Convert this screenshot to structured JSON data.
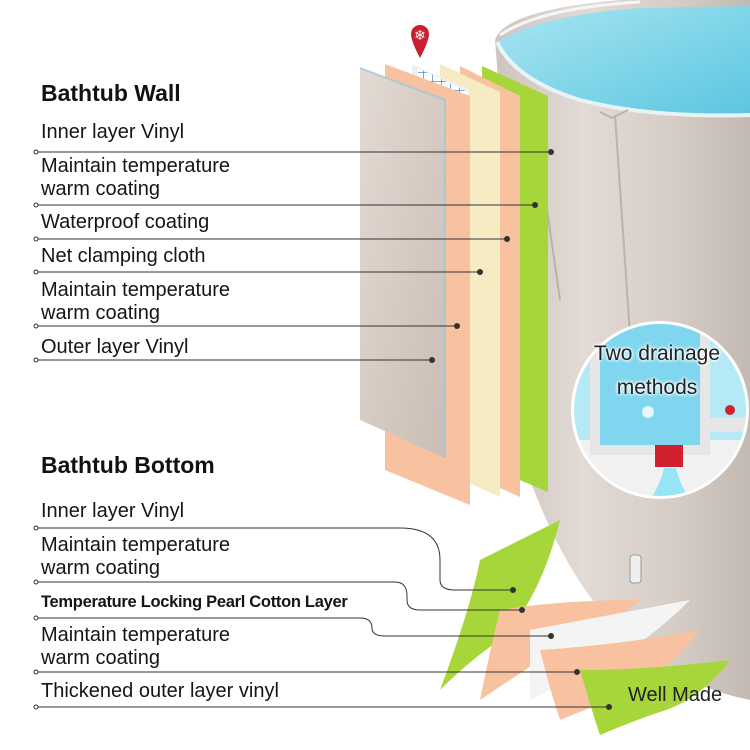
{
  "wall": {
    "heading": "Bathtub Wall",
    "layers": [
      {
        "lines": [
          "Inner layer Vinyl"
        ]
      },
      {
        "lines": [
          "Maintain temperature",
          "warm coating"
        ]
      },
      {
        "lines": [
          "Waterproof coating"
        ]
      },
      {
        "lines": [
          "Net clamping cloth"
        ]
      },
      {
        "lines": [
          "Maintain temperature",
          "warm coating"
        ]
      },
      {
        "lines": [
          "Outer layer Vinyl"
        ]
      }
    ]
  },
  "bottom": {
    "heading": "Bathtub Bottom",
    "layers": [
      {
        "lines": [
          "Inner layer Vinyl"
        ]
      },
      {
        "lines": [
          "Maintain temperature",
          "warm coating"
        ]
      },
      {
        "lines": [
          "Temperature Locking Pearl Cotton Layer"
        ]
      },
      {
        "lines": [
          "Maintain temperature",
          "warm coating"
        ]
      },
      {
        "lines": [
          "Thickened outer layer vinyl"
        ]
      }
    ]
  },
  "callout": {
    "line1": "Two drainage",
    "line2": "methods"
  },
  "badge": {
    "text": "Well Made"
  },
  "icons": [
    "pin-snowflake-icon"
  ],
  "colors": {
    "vinyl_green": "#a6d63a",
    "peach_coating": "#f8c2a0",
    "cream_coating": "#f6ecc4",
    "net_blue": "#2f6fd8",
    "outer_vinyl": "#d8ccc3",
    "tub_body": "#d9d0ca",
    "pin_red": "#c8202e"
  }
}
